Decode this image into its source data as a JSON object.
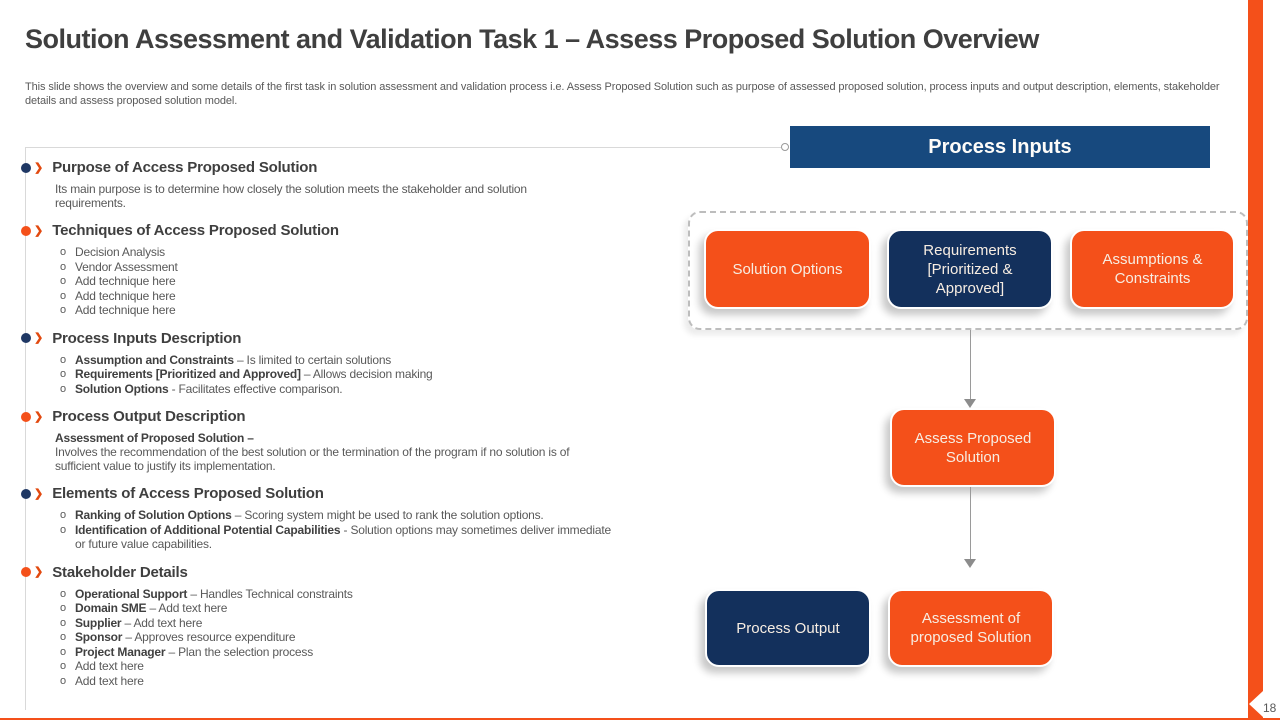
{
  "slide": {
    "title": "Solution Assessment and Validation Task 1 – Assess Proposed Solution Overview",
    "subtitle": "This slide shows the overview and some details of the first task in solution assessment and validation process i.e. Assess Proposed Solution such as purpose of assessed proposed solution, process inputs and output description, elements, stakeholder details and assess proposed solution model.",
    "page_number": "18"
  },
  "colors": {
    "accent_orange": "#f4501a",
    "navy_header": "#17497e",
    "navy_box": "#13305c",
    "bullet_navy": "#1f3864",
    "chevron_orange": "#e2490f"
  },
  "icons": {
    "section_chevron": "❯"
  },
  "sections": [
    {
      "id": "purpose",
      "bullet": "navy",
      "title": "Purpose of Access Proposed Solution",
      "paragraph": "Its main purpose is to determine how closely the solution meets the stakeholder and solution requirements."
    },
    {
      "id": "techniques",
      "bullet": "orange",
      "title": "Techniques of Access Proposed Solution",
      "items": [
        {
          "bold": "",
          "text": "Decision Analysis"
        },
        {
          "bold": "",
          "text": "Vendor Assessment"
        },
        {
          "bold": "",
          "text": "Add technique here"
        },
        {
          "bold": "",
          "text": "Add technique here"
        },
        {
          "bold": "",
          "text": "Add technique here"
        }
      ]
    },
    {
      "id": "process-inputs-description",
      "bullet": "navy",
      "title": "Process Inputs Description",
      "items": [
        {
          "bold": "Assumption and Constraints",
          "text": " – Is limited to certain solutions"
        },
        {
          "bold": "Requirements [Prioritized and Approved]",
          "text": " – Allows decision making"
        },
        {
          "bold": "Solution Options",
          "text": " - Facilitates effective comparison."
        }
      ]
    },
    {
      "id": "process-output-description",
      "bullet": "orange",
      "title": "Process Output Description",
      "lead": "Assessment of Proposed Solution –",
      "lead_paragraph": "Involves the recommendation of the best solution or the termination of the program if no solution is of sufficient value to justify its implementation."
    },
    {
      "id": "elements",
      "bullet": "navy",
      "title": "Elements of Access Proposed Solution",
      "items": [
        {
          "bold": "Ranking of Solution Options",
          "text": " – Scoring system might be used to rank the solution options."
        },
        {
          "bold": "Identification of Additional Potential Capabilities",
          "text": " - Solution options may sometimes deliver immediate or future value capabilities."
        }
      ]
    },
    {
      "id": "stakeholder-details",
      "bullet": "orange",
      "title": "Stakeholder Details",
      "items": [
        {
          "bold": "Operational Support",
          "text": " – Handles Technical constraints"
        },
        {
          "bold": "Domain SME",
          "text": " – Add text here"
        },
        {
          "bold": "Supplier",
          "text": " – Add text here"
        },
        {
          "bold": "Sponsor",
          "text": " – Approves resource expenditure"
        },
        {
          "bold": "Project Manager",
          "text": " – Plan the selection process"
        },
        {
          "bold": "",
          "text": "Add text here"
        },
        {
          "bold": "",
          "text": "Add text here"
        }
      ]
    }
  ],
  "diagram": {
    "header": "Process Inputs",
    "input_boxes": [
      {
        "label": "Solution Options",
        "color": "orange"
      },
      {
        "label": "Requirements [Prioritized & Approved]",
        "color": "navy"
      },
      {
        "label": "Assumptions & Constraints",
        "color": "orange"
      }
    ],
    "assess_box": {
      "label": "Assess Proposed Solution",
      "color": "orange"
    },
    "process_output_box": {
      "label": "Process Output",
      "color": "navy"
    },
    "assessment_box": {
      "label": "Assessment of proposed Solution",
      "color": "orange"
    }
  }
}
